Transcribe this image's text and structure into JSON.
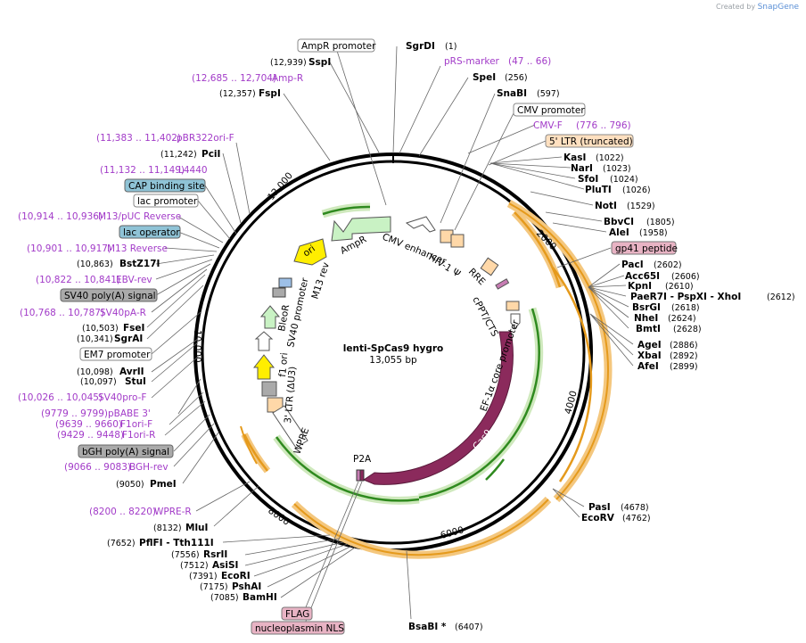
{
  "brand": {
    "prefix": "Created by",
    "name": "SnapGene"
  },
  "plasmid": {
    "name": "lenti-SpCas9 hygro",
    "size": "13,055 bp"
  },
  "ticks": [
    "2000",
    "4000",
    "6000",
    "8000",
    "10,000",
    "12,000"
  ],
  "colors": {
    "primer": "#a23bc8",
    "cas9": "#8b2a5c",
    "green": "#6aa84f",
    "orange": "#e8a33d",
    "yellow": "#ffee00"
  },
  "features": {
    "ori": "ori",
    "ampr": "AmpR",
    "cmv_enh": "CMV enhancer",
    "hiv_psi": "HIV-1 Ψ",
    "rre": "RRE",
    "cppt": "cPPT/CTS",
    "ef1a": "EF-1α core promoter",
    "cas9": "Cas9",
    "p2a": "P2A",
    "wpre": "WPRE",
    "ltr3": "3' LTR (ΔU3)",
    "f1ori": "f1 ori",
    "sv40p": "SV40 promoter",
    "bleor": "BleoR",
    "m13rev": "M13 rev"
  },
  "labels": {
    "ampr_prom": "AmpR promoter",
    "sspi": "SspI",
    "sspi_pos": "(12,939)",
    "ampr_primer": "Amp-R",
    "ampr_primer_pos": "(12,685 .. 12,704)",
    "fspi": "FspI",
    "fspi_pos": "(12,357)",
    "pbr": "pBR322ori-F",
    "pbr_pos": "(11,383 .. 11,402)",
    "pcii": "PciI",
    "pcii_pos": "(11,242)",
    "l4440": "L4440",
    "l4440_pos": "(11,132 .. 11,149)",
    "cap": "CAP binding site",
    "lacp": "lac promoter",
    "m13puc": "M13/pUC Reverse",
    "m13puc_pos": "(10,914 .. 10,936)",
    "lacop": "lac operator",
    "m13r": "M13 Reverse",
    "m13r_pos": "(10,901 .. 10,917)",
    "bstz": "BstZ17I",
    "bstz_pos": "(10,863)",
    "ebv": "EBV-rev",
    "ebv_pos": "(10,822 .. 10,841)",
    "sv40pa": "SV40 poly(A) signal",
    "sv40par": "SV40pA-R",
    "sv40par_pos": "(10,768 .. 10,787)",
    "fsei": "FseI",
    "fsei_pos": "(10,503)",
    "sgrai": "SgrAI",
    "sgrai_pos": "(10,341)",
    "em7": "EM7 promoter",
    "avrii": "AvrII",
    "avrii_pos": "(10,098)",
    "stui": "StuI",
    "stui_pos": "(10,097)",
    "sv40pf": "SV40pro-F",
    "sv40pf_pos": "(10,026 .. 10,045)",
    "pbabe": "pBABE 3'",
    "pbabe_pos": "(9779 .. 9799)",
    "f1f": "F1ori-F",
    "f1f_pos": "(9639 .. 9660)",
    "f1r": "F1ori-R",
    "f1r_pos": "(9429 .. 9448)",
    "bgh": "bGH poly(A) signal",
    "bghrev": "BGH-rev",
    "bghrev_pos": "(9066 .. 9083)",
    "pmei": "PmeI",
    "pmei_pos": "(9050)",
    "wprer": "WPRE-R",
    "wprer_pos": "(8200 .. 8220)",
    "mlui": "MluI",
    "mlui_pos": "(8132)",
    "pflfi": "PflFI - Tth111I",
    "pflfi_pos": "(7652)",
    "rsrii": "RsrII",
    "rsrii_pos": "(7556)",
    "asisi": "AsiSI",
    "asisi_pos": "(7512)",
    "ecori": "EcoRI",
    "ecori_pos": "(7391)",
    "pshai": "PshAI",
    "pshai_pos": "(7175)",
    "bamhi": "BamHI",
    "bamhi_pos": "(7085)",
    "flag": "FLAG",
    "nls": "nucleoplasmin NLS",
    "bsabi": "BsaBI *",
    "bsabi_pos": "(6407)",
    "sgrdi": "SgrDI",
    "sgrdi_pos": "(1)",
    "prs": "pRS-marker",
    "prs_pos": "(47 .. 66)",
    "spei": "SpeI",
    "spei_pos": "(256)",
    "snabi": "SnaBI",
    "snabi_pos": "(597)",
    "cmvp": "CMV promoter",
    "cmvf": "CMV-F",
    "cmvf_pos": "(776 .. 796)",
    "ltr5": "5' LTR (truncated)",
    "kasi": "KasI",
    "kasi_pos": "(1022)",
    "nari": "NarI",
    "nari_pos": "(1023)",
    "sfoi": "SfoI",
    "sfoi_pos": "(1024)",
    "pluti": "PluTI",
    "pluti_pos": "(1026)",
    "noti": "NotI",
    "noti_pos": "(1529)",
    "bbvci": "BbvCI",
    "bbvci_pos": "(1805)",
    "alei": "AleI",
    "alei_pos": "(1958)",
    "gp41": "gp41 peptide",
    "paci": "PacI",
    "paci_pos": "(2602)",
    "acc65i": "Acc65I",
    "acc65i_pos": "(2606)",
    "kpni": "KpnI",
    "kpni_pos": "(2610)",
    "pae": "PaeR7I - PspXI - XhoI",
    "pae_pos": "(2612)",
    "bsrgi": "BsrGI",
    "bsrgi_pos": "(2618)",
    "nhei": "NheI",
    "nhei_pos": "(2624)",
    "bmti": "BmtI",
    "bmti_pos": "(2628)",
    "agei": "AgeI",
    "agei_pos": "(2886)",
    "xbai": "XbaI",
    "xbai_pos": "(2892)",
    "afei": "AfeI",
    "afei_pos": "(2899)",
    "pasi": "PasI",
    "pasi_pos": "(4678)",
    "ecorv": "EcoRV",
    "ecorv_pos": "(4762)"
  }
}
